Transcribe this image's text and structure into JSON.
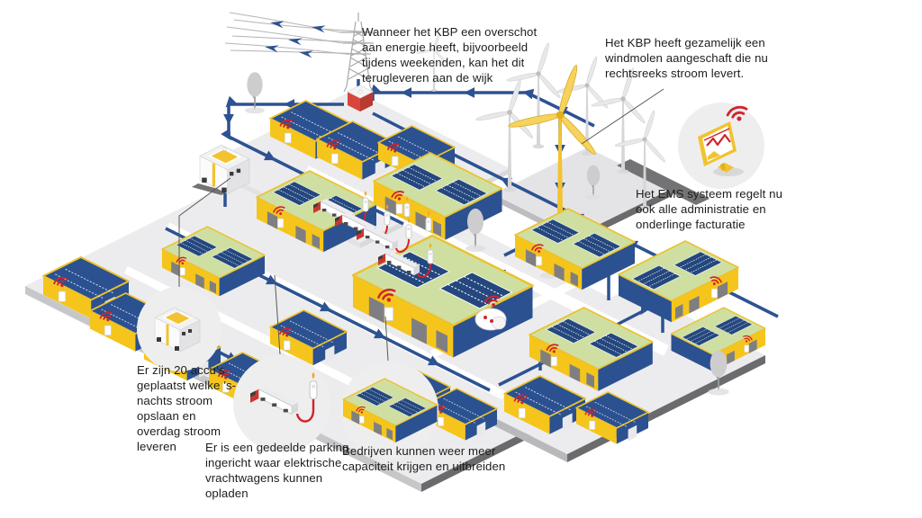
{
  "annotations": {
    "grid_feedback": {
      "text": "Wanneer het KBP een overschot aan energie heeft, bijvoorbeeld tijdens weekenden, kan het dit terugleveren aan de wijk"
    },
    "windmill": {
      "text": "Het KBP heeft gezamelijk een windmolen aangeschaft die nu rechtsreeks stroom levert."
    },
    "ems": {
      "text": "Het EMS systeem regelt nu ook alle administratie en onderlinge facturatie"
    },
    "battery": {
      "text": "Er zijn 20 accu’s geplaatst welke ’s-nachts stroom opslaan en overdag stroom leveren"
    },
    "parking": {
      "text": "Er is een gedeelde parking ingericht waar elektrische vrachtwagens kunnen opladen"
    },
    "expansion": {
      "text": "Bedrijven kunnen weer meer capaciteit krijgen en uitbreiden"
    }
  },
  "icons": {
    "wifi-signal-icon": "red radio arcs with dot",
    "electricity-pylon-icon": "grey lattice tower with six catenary wires",
    "grid-export-arrow-icon": "blue arrow on power wire",
    "wind-turbine-icon": "grey three-blade wind turbine",
    "shared-wind-turbine-icon": "yellow three-blade wind turbine",
    "solar-roof-icon": "dark blue panel array on green roof",
    "battery-container-icon": "white container with yellow battery lid and stripe",
    "transformer-icon": "red substation box with white top",
    "ev-truck-icon": "white trailer truck with red cab",
    "charging-station-icon": "white pillar with orange flame",
    "ems-monitor-icon": "yellow monitor with red graph line and wifi",
    "tree-icon": "grey isometric tree"
  },
  "colors": {
    "background": "#ffffff",
    "circuit_blue": "#2d5292",
    "accent_yellow": "#f2c330",
    "roof_green": "#cfdfa2",
    "signal_red": "#d2232a",
    "ground_grey": "#ececee",
    "edge_dark_grey": "#6b6b6e",
    "text": "#1d1d1b"
  }
}
